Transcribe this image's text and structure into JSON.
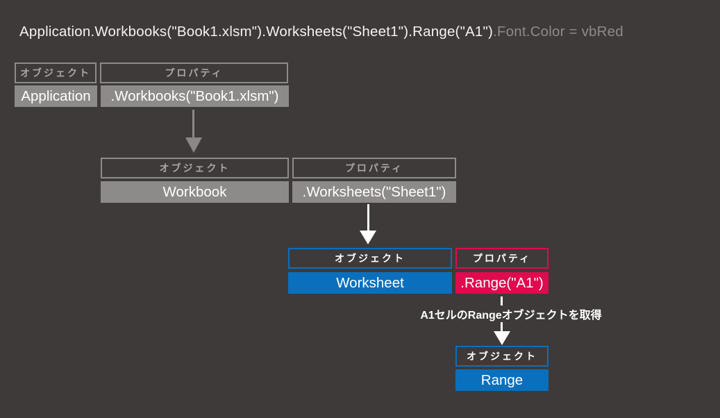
{
  "code_line": {
    "bright": "Application.Workbooks(\"Book1.xlsm\").Worksheets(\"Sheet1\").Range(\"A1\")",
    "dim": ".Font.Color = vbRed"
  },
  "labels": {
    "object": "オブジェクト",
    "property": "プロパティ"
  },
  "rows": [
    {
      "object_value": "Application",
      "property_value": ".Workbooks(\"Book1.xlsm\")"
    },
    {
      "object_value": "Workbook",
      "property_value": ".Worksheets(\"Sheet1\")"
    },
    {
      "object_value": "Worksheet",
      "property_value": ".Range(\"A1\")"
    },
    {
      "object_value": "Range"
    }
  ],
  "annotation": {
    "text": "A1セルのRangeオブジェクトを取得"
  },
  "colors": {
    "background": "#3e3a39",
    "gray_fill": "#8d8b8a",
    "blue": "#0a70bd",
    "pink": "#e00a4e",
    "arrow_gray": "#8a8887"
  }
}
